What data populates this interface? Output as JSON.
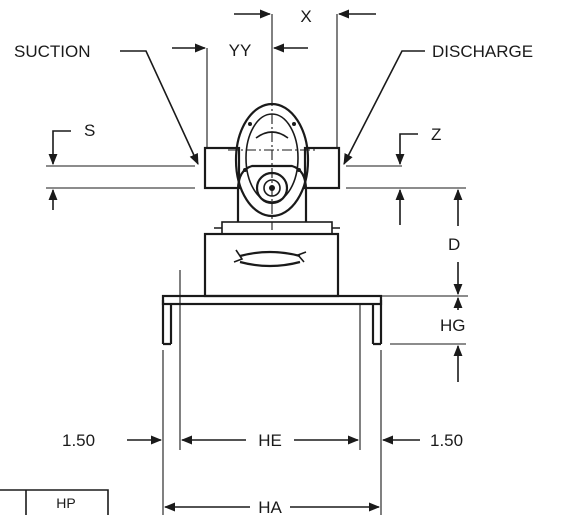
{
  "labels": {
    "x": "X",
    "yy": "YY",
    "suction": "SUCTION",
    "discharge": "DISCHARGE",
    "s": "S",
    "z": "Z",
    "d": "D",
    "hg": "HG",
    "he": "HE",
    "left_margin": "1.50",
    "right_margin": "1.50",
    "ha": "HA",
    "hp": "HP"
  }
}
